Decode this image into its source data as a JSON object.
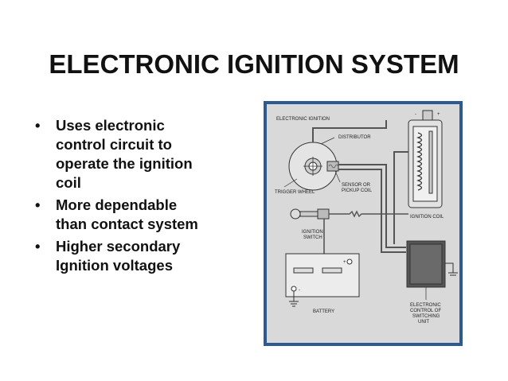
{
  "slide": {
    "title": "ELECTRONIC IGNITION SYSTEM",
    "bullets": [
      {
        "lines": [
          "Uses electronic",
          "control circuit to",
          "operate the ignition",
          "coil"
        ]
      },
      {
        "lines": [
          "More dependable",
          "than contact system"
        ]
      },
      {
        "lines": [
          "Higher secondary",
          "Ignition voltages"
        ]
      }
    ]
  },
  "diagram": {
    "heading": "ELECTRONIC IGNITION",
    "labels": {
      "distributor": "DISTRIBUTOR",
      "trigger_wheel": "TRIGGER WHEEL",
      "sensor_1": "SENSOR OR",
      "sensor_2": "PICKUP COIL",
      "ignition_coil": "IGNITION COIL",
      "ignition_switch_1": "IGNITION",
      "ignition_switch_2": "SWITCH",
      "battery": "BATTERY",
      "plus": "+",
      "minus": "-",
      "coil_minus": "-",
      "coil_plus": "+",
      "ecu_1": "ELECTRONIC",
      "ecu_2": "CONTROL OF",
      "ecu_3": "SWITCHING",
      "ecu_4": "UNIT"
    }
  }
}
